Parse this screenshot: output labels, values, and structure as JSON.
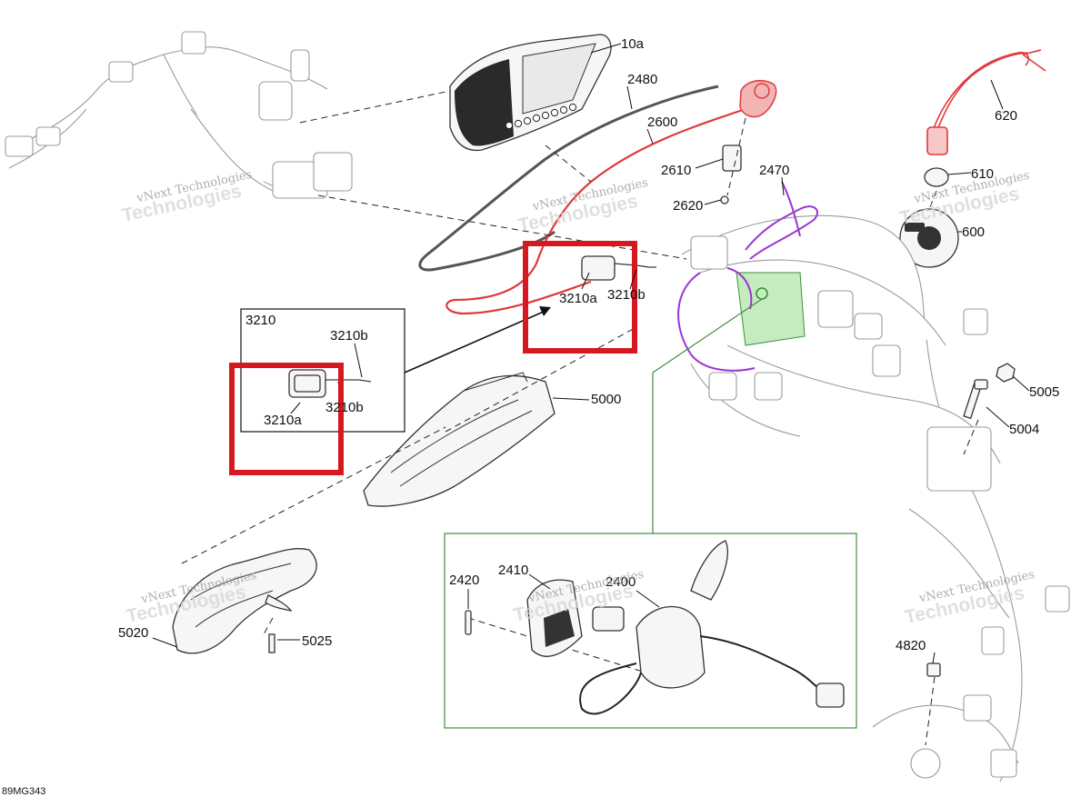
{
  "figure_code": "89MG343",
  "watermark": {
    "line1": "vNext Technologies",
    "line2": "Technologies"
  },
  "detail_box_label": "3210",
  "callouts": {
    "p10a": "10a",
    "p2480": "2480",
    "p2600": "2600",
    "p2610": "2610",
    "p2620": "2620",
    "p2470": "2470",
    "p620": "620",
    "p610": "610",
    "p600": "600",
    "p3210b_inset": "3210b",
    "p3210a_inset": "3210a",
    "p3210b_inset2": "3210b",
    "p3210a_main": "3210a",
    "p3210b_main": "3210b",
    "p5000": "5000",
    "p5005": "5005",
    "p5004": "5004",
    "p5020": "5020",
    "p5025": "5025",
    "p2420": "2420",
    "p2410": "2410",
    "p2400": "2400",
    "p4820": "4820"
  },
  "colors": {
    "highlight_box": "#d7191f",
    "red_wire": "#e0393b",
    "purple_wire": "#9b35d4",
    "green_detail": "#3b8f3b",
    "green_fill": "#c5ecbf"
  }
}
